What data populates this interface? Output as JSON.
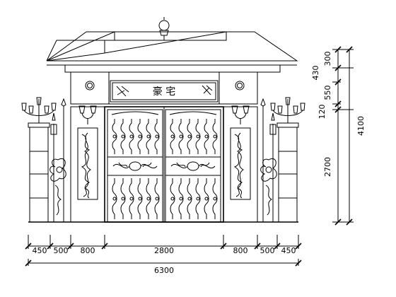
{
  "drawing": {
    "sign_text": "豪  宅",
    "horizontal_dims": [
      "450",
      "500",
      "800",
      "2800",
      "800",
      "500",
      "450"
    ],
    "total_width": "6300",
    "vertical_dims": [
      "300",
      "430",
      "550",
      "120",
      "2700"
    ],
    "total_height": "4100"
  }
}
